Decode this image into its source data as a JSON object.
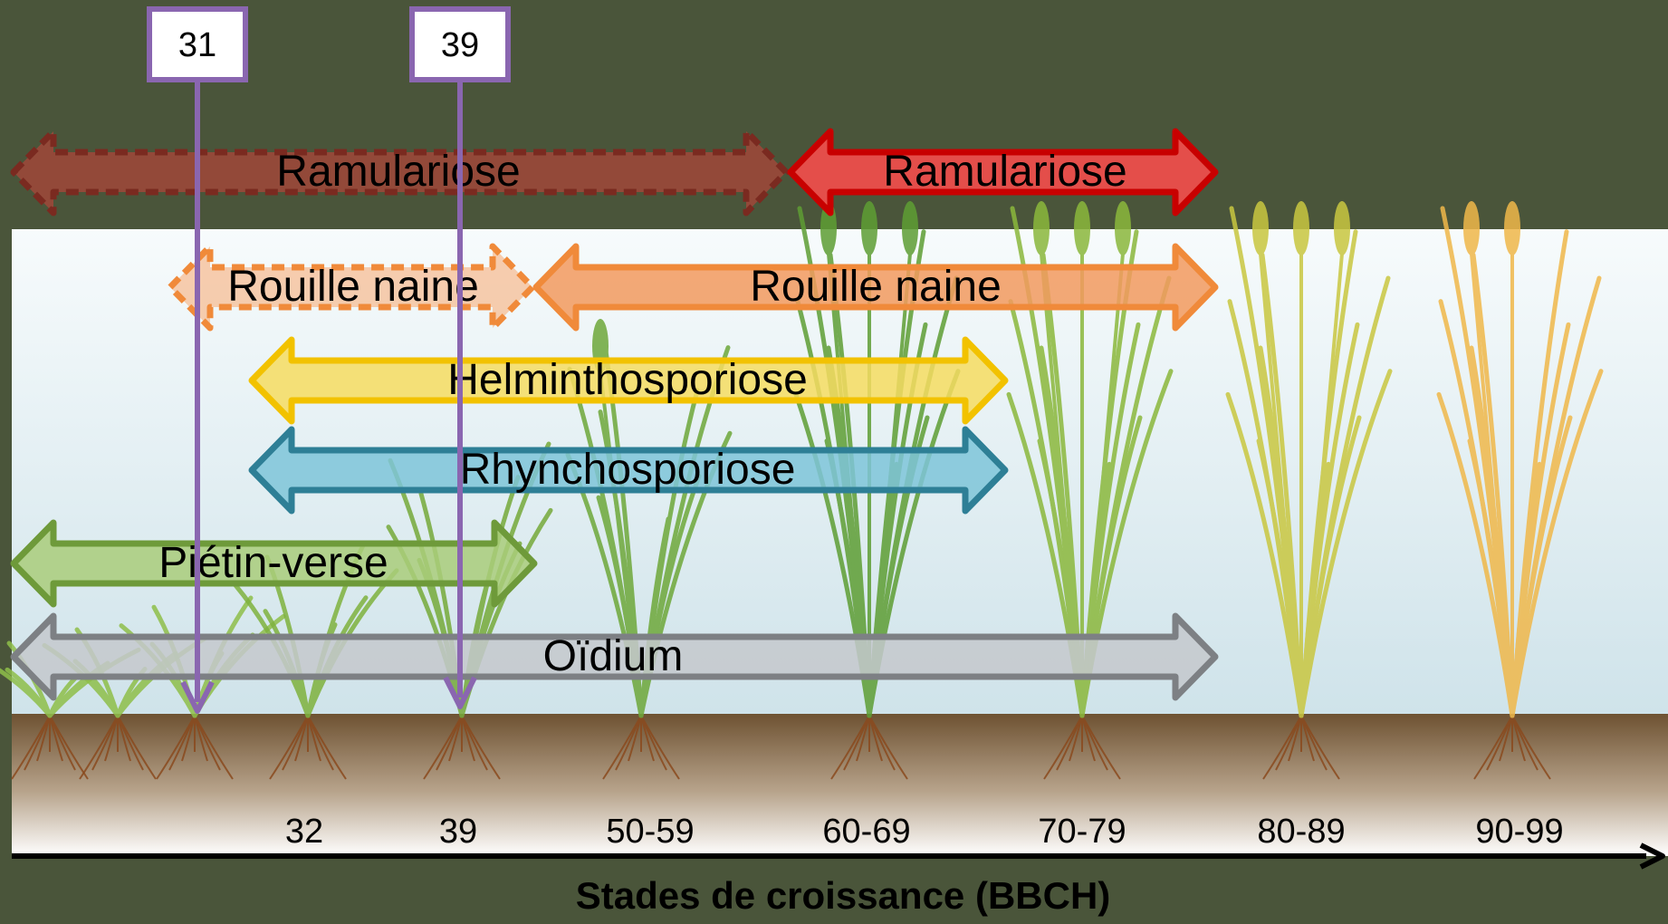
{
  "markers": [
    {
      "id": "marker-31",
      "label": "31"
    },
    {
      "id": "marker-39",
      "label": "39"
    }
  ],
  "diseases": [
    {
      "id": "ramulariose-early",
      "label": "Ramulariose",
      "style": "dashed",
      "fill": "#a0483a",
      "stroke": "#7a2a20"
    },
    {
      "id": "ramulariose-main",
      "label": "Ramulariose",
      "style": "solid",
      "fill": "#ff4d4d",
      "stroke": "#c80000"
    },
    {
      "id": "rouille-naine-early",
      "label": "Rouille naine",
      "style": "dashed",
      "fill": "#f6c4a0",
      "stroke": "#f08a3a"
    },
    {
      "id": "rouille-naine-main",
      "label": "Rouille naine",
      "style": "solid",
      "fill": "#f29a5e",
      "stroke": "#f08a3a"
    },
    {
      "id": "helminthosporiose",
      "label": "Helminthosporiose",
      "style": "solid",
      "fill": "#f6dc60",
      "stroke": "#f2c200"
    },
    {
      "id": "rhynchosporiose",
      "label": "Rhynchosporiose",
      "style": "solid",
      "fill": "#7ec4d8",
      "stroke": "#2e7f96"
    },
    {
      "id": "pietin-verse",
      "label": "Piétin-verse",
      "style": "solid",
      "fill": "#a9cc7a",
      "stroke": "#6e9a3a"
    },
    {
      "id": "oidium",
      "label": "Oïdium",
      "style": "solid",
      "fill": "#c4c8cc",
      "stroke": "#7d8084"
    }
  ],
  "stage_labels": [
    "32",
    "39",
    "50-59",
    "60-69",
    "70-79",
    "80-89",
    "90-99"
  ],
  "axis_title": "Stades de croissance (BBCH)",
  "colors": {
    "background": "#4a553a",
    "marker": "#8a66b0",
    "axis": "#000000"
  }
}
